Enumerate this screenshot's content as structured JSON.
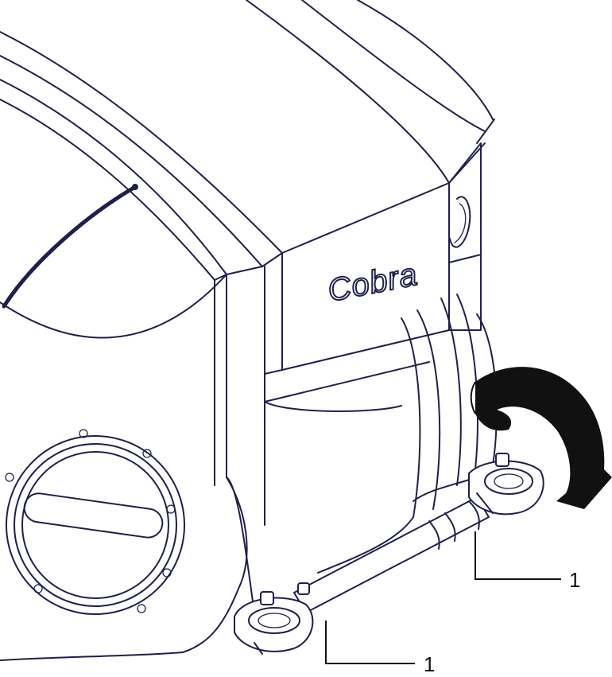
{
  "brand": {
    "name": "Cobra"
  },
  "callouts": [
    {
      "id": "1",
      "label": "1"
    },
    {
      "id": "2",
      "label": "1"
    }
  ],
  "colors": {
    "line": "#1f1f4e",
    "arrow": "#111111",
    "background": "#ffffff"
  },
  "icons": {
    "rotation_arrow": "curved-arrow-icon"
  }
}
